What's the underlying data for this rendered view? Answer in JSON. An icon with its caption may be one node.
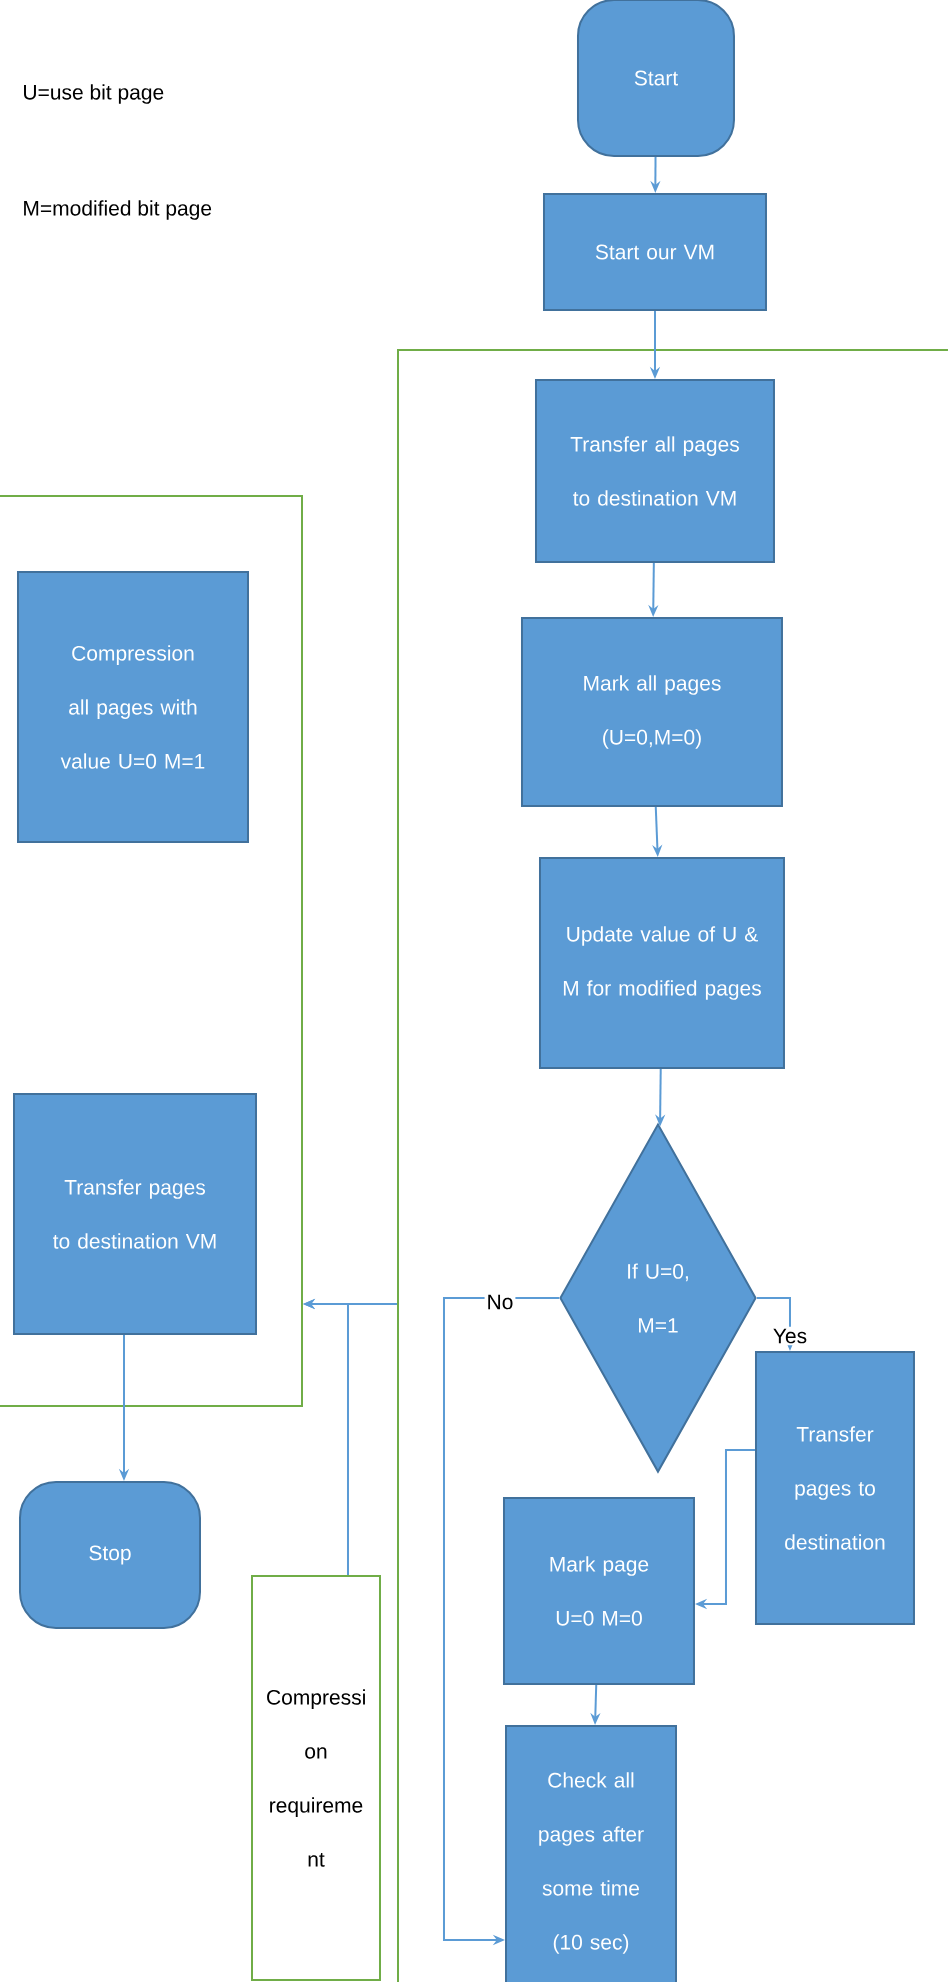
{
  "diagram": {
    "nodes": [
      {
        "text": [
          "Start"
        ]
      },
      {
        "text": [
          "Start our VM"
        ]
      },
      {
        "text": [],
        "shape": "box"
      },
      {
        "text": [
          "Transfer all pages to destination VM"
        ],
        "in": 2
      },
      {
        "text": [
          "Mark all pages (U=0,M=0)"
        ],
        "in": 2
      },
      {
        "text": [
          "Update value of U & M for modified pages"
        ],
        "in": 2
      },
      {
        "text": [
          "If U=0, M=1"
        ],
        "in": 2
      },
      {
        "text": [
          "Transfer pages to destination"
        ],
        "in": 2
      },
      {
        "text": [
          "Mark page U=0 M=0"
        ],
        "in": 2
      },
      {
        "text": [
          "Check all pages after some time (10 sec)"
        ],
        "in": 2
      },
      {
        "text": [],
        "shape": "box"
      },
      {
        "text": [
          "Compression all pages with value U=0 M=1"
        ],
        "in": 10
      },
      {
        "text": [
          "Transfer pages to destination VM"
        ],
        "in": 10
      },
      {
        "text": [
          "Stop"
        ]
      },
      {
        "text": [
          "Compressi on requireme nt"
        ]
      }
    ],
    "edges": [
      {
        "from": 0,
        "to": 1,
        "arrow": "to"
      },
      {
        "from": 1,
        "to": 3,
        "arrow": "to"
      },
      {
        "from": 3,
        "to": 4,
        "arrow": "to"
      },
      {
        "from": 4,
        "to": 5,
        "arrow": "to"
      },
      {
        "from": 5,
        "to": 6,
        "arrow": "to"
      },
      {
        "from": 6,
        "to": 7,
        "label": "Yes",
        "arrow": "to"
      },
      {
        "from": 6,
        "to": 9,
        "label": "No",
        "arrow": "to"
      },
      {
        "from": 7,
        "to": 8,
        "arrow": "to"
      },
      {
        "from": 8,
        "to": 9,
        "arrow": "to"
      },
      {
        "from": 12,
        "to": 13,
        "arrow": "to"
      },
      {
        "from": 2,
        "to": 10,
        "arrow": "to"
      },
      {
        "from": 14,
        "to": 10,
        "arrow": "to"
      }
    ],
    "labels": [
      "U=use bit page",
      "M=modified bit page"
    ]
  }
}
